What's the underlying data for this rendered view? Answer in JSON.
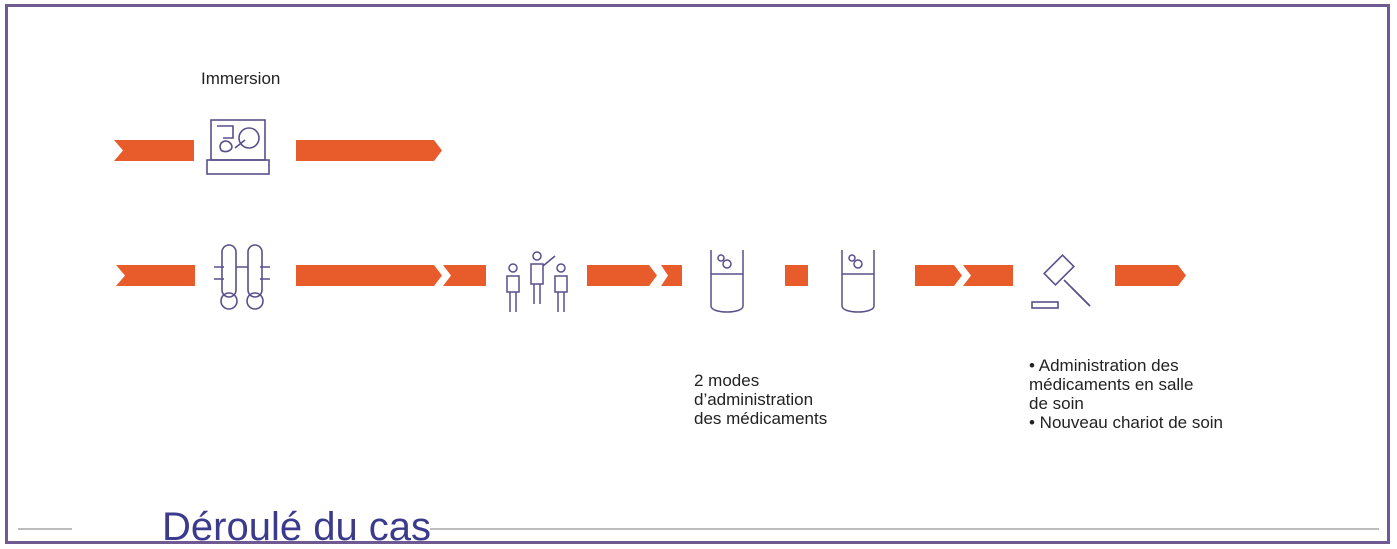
{
  "colors": {
    "frame": "#6f5b91",
    "arrow": "#e85b2b",
    "icon_stroke": "#5b4f8a",
    "title": "#3c3a8c"
  },
  "labels": {
    "immersion": "Immersion",
    "two_modes": "2 modes\nd’administration\ndes médicaments",
    "admin_notes": "• Administration des\nmédicaments en salle\nde soin\n• Nouveau chariot de soin"
  },
  "footer": {
    "title": "Déroulé du cas"
  },
  "icons": {
    "row1": [
      "device-screen-icon"
    ],
    "row2": [
      "rollers-icon",
      "people-group-icon",
      "vial-icon",
      "vial-icon",
      "gavel-icon"
    ]
  }
}
